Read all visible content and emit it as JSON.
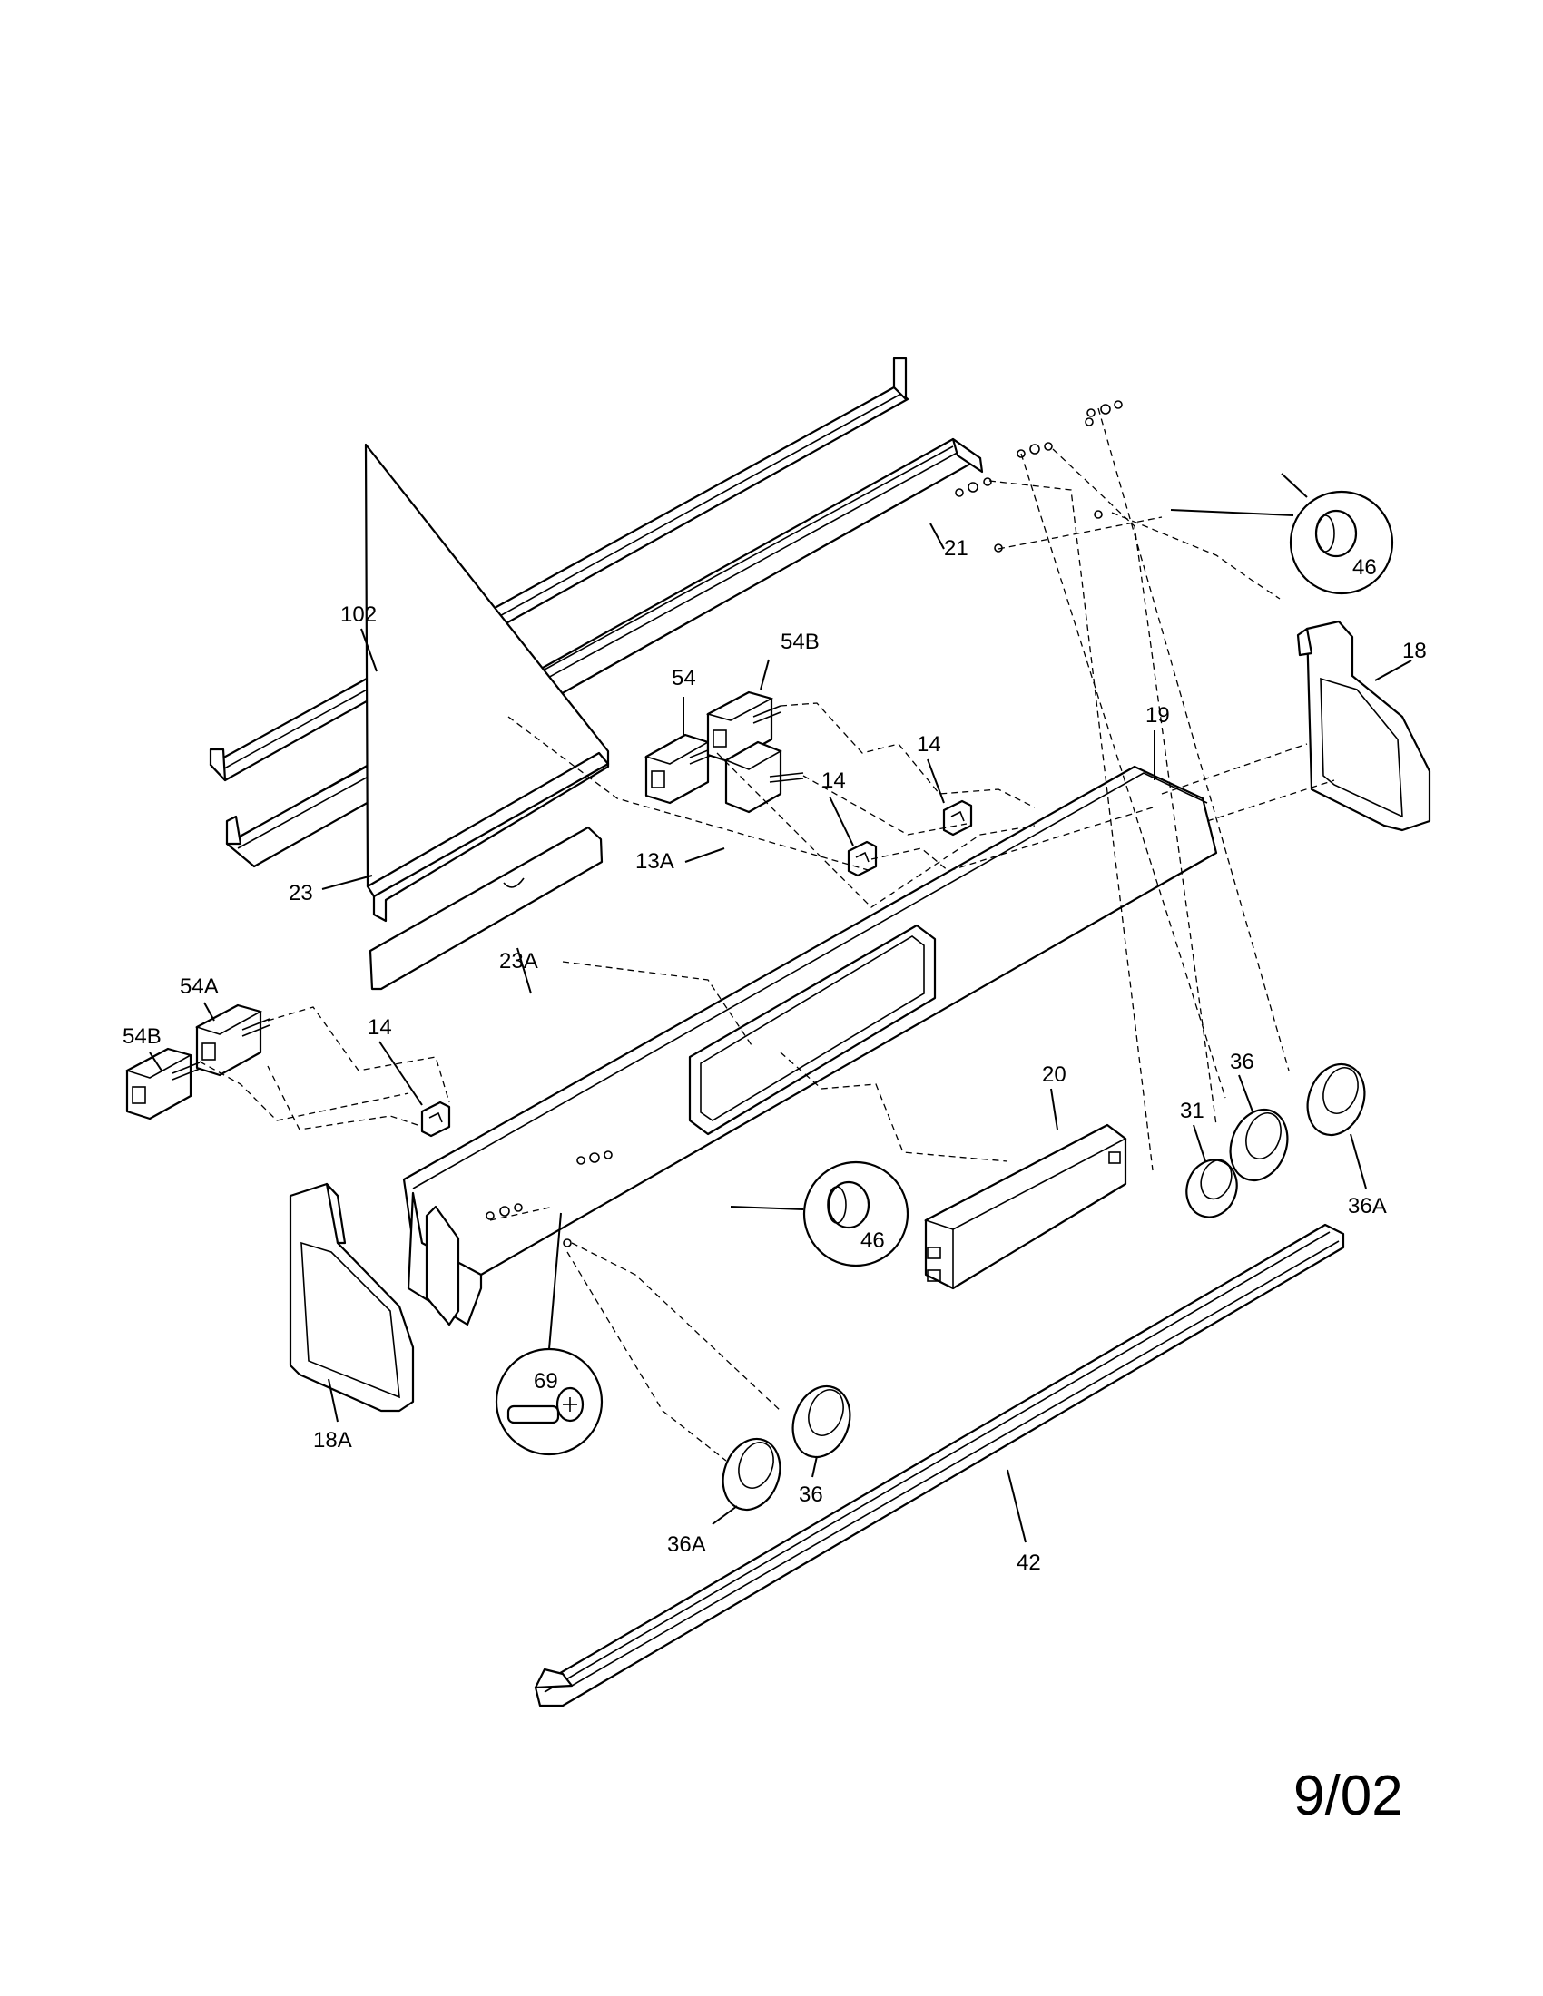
{
  "callouts": {
    "c102": "102",
    "c21": "21",
    "c54": "54",
    "c54b_top": "54B",
    "c14_a": "14",
    "c14_b": "14",
    "c14_c": "14",
    "c19": "19",
    "c18": "18",
    "c13a": "13A",
    "c23": "23",
    "c23a": "23A",
    "c54a": "54A",
    "c54b_left": "54B",
    "c46_right": "46",
    "c46_mid": "46",
    "c20": "20",
    "c31": "31",
    "c36_right": "36",
    "c36a_right": "36A",
    "c69": "69",
    "c18a": "18A",
    "c36_bottom": "36",
    "c36a_bottom": "36A",
    "c42": "42"
  },
  "revision_date": "9/02"
}
